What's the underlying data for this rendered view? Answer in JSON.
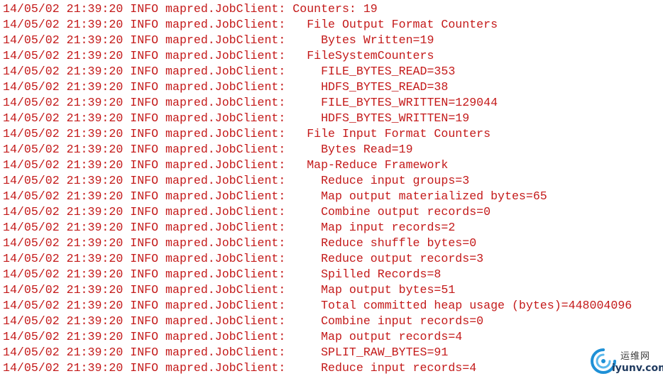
{
  "log": {
    "lines": [
      "14/05/02 21:39:20 INFO mapred.JobClient: Counters: 19",
      "14/05/02 21:39:20 INFO mapred.JobClient:   File Output Format Counters",
      "14/05/02 21:39:20 INFO mapred.JobClient:     Bytes Written=19",
      "14/05/02 21:39:20 INFO mapred.JobClient:   FileSystemCounters",
      "14/05/02 21:39:20 INFO mapred.JobClient:     FILE_BYTES_READ=353",
      "14/05/02 21:39:20 INFO mapred.JobClient:     HDFS_BYTES_READ=38",
      "14/05/02 21:39:20 INFO mapred.JobClient:     FILE_BYTES_WRITTEN=129044",
      "14/05/02 21:39:20 INFO mapred.JobClient:     HDFS_BYTES_WRITTEN=19",
      "14/05/02 21:39:20 INFO mapred.JobClient:   File Input Format Counters",
      "14/05/02 21:39:20 INFO mapred.JobClient:     Bytes Read=19",
      "14/05/02 21:39:20 INFO mapred.JobClient:   Map-Reduce Framework",
      "14/05/02 21:39:20 INFO mapred.JobClient:     Reduce input groups=3",
      "14/05/02 21:39:20 INFO mapred.JobClient:     Map output materialized bytes=65",
      "14/05/02 21:39:20 INFO mapred.JobClient:     Combine output records=0",
      "14/05/02 21:39:20 INFO mapred.JobClient:     Map input records=2",
      "14/05/02 21:39:20 INFO mapred.JobClient:     Reduce shuffle bytes=0",
      "14/05/02 21:39:20 INFO mapred.JobClient:     Reduce output records=3",
      "14/05/02 21:39:20 INFO mapred.JobClient:     Spilled Records=8",
      "14/05/02 21:39:20 INFO mapred.JobClient:     Map output bytes=51",
      "14/05/02 21:39:20 INFO mapred.JobClient:     Total committed heap usage (bytes)=448004096",
      "14/05/02 21:39:20 INFO mapred.JobClient:     Combine input records=0",
      "14/05/02 21:39:20 INFO mapred.JobClient:     Map output records=4",
      "14/05/02 21:39:20 INFO mapred.JobClient:     SPLIT_RAW_BYTES=91",
      "14/05/02 21:39:20 INFO mapred.JobClient:     Reduce input records=4"
    ],
    "text_color": "#c41a1a",
    "background_color": "#ffffff"
  },
  "watermark": {
    "chinese_text": "运维网",
    "site_text": "iyunv.com",
    "icon": "swirl-logo-icon",
    "accent_color": "#1e90d6"
  }
}
